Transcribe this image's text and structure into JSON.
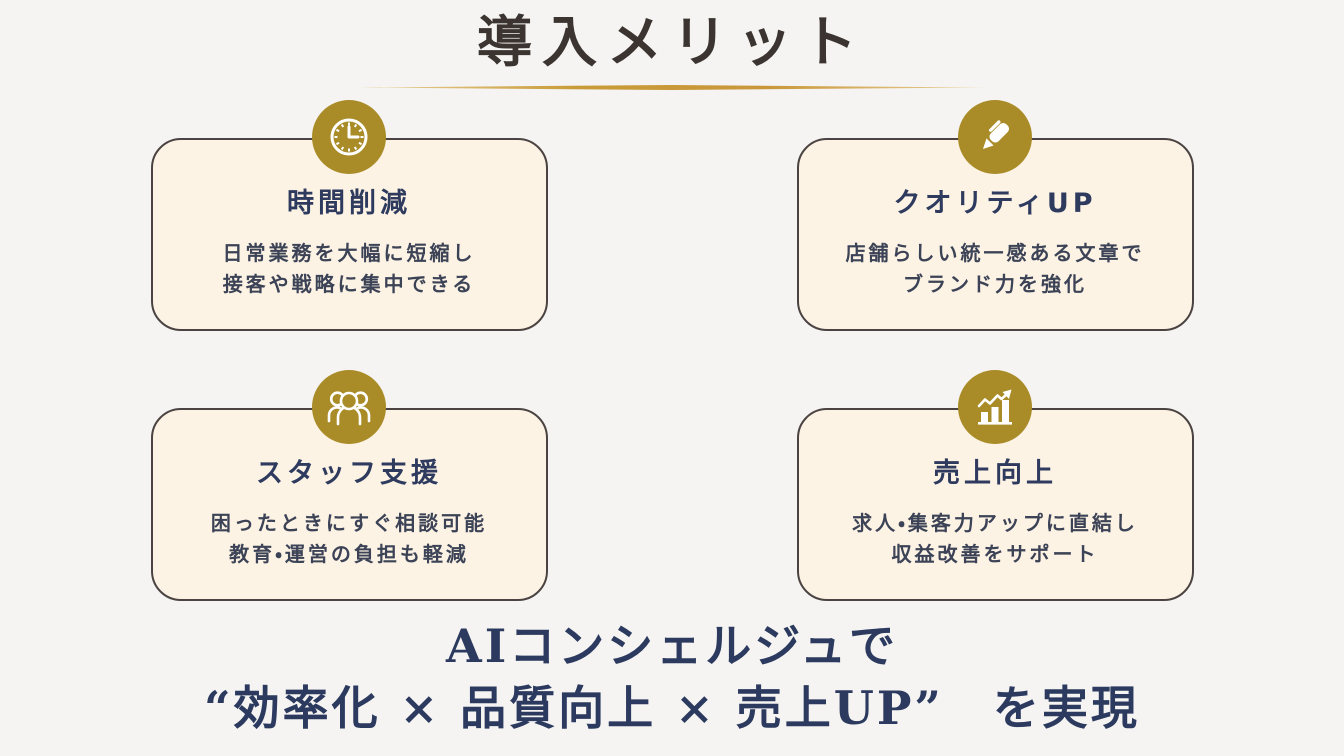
{
  "page": {
    "title": "導入メリット"
  },
  "cards": [
    {
      "icon": "clock-icon",
      "title": "時間削減",
      "line1": "日常業務を大幅に短縮し",
      "line2": "接客や戦略に集中できる"
    },
    {
      "icon": "pen-icon",
      "title": "クオリティUP",
      "line1": "店舗らしい統一感ある文章で",
      "line2": "ブランド力を強化"
    },
    {
      "icon": "people-icon",
      "title": "スタッフ支援",
      "line1": "困ったときにすぐ相談可能",
      "line2": "教育・運営の負担も軽減"
    },
    {
      "icon": "chart-icon",
      "title": "売上向上",
      "line1": "求人・集客力アップに直結し",
      "line2": "収益改善をサポート"
    }
  ],
  "footer": {
    "line1": "AIコンシェルジュで",
    "line2": "“効率化 × 品質向上 × 売上UP”　を実現"
  },
  "colors": {
    "page_background": "#f5f4f2",
    "card_background": "#fdf3e5",
    "card_border": "#4a4341",
    "accent_gold": "#a98c28",
    "divider_gold": "#c9973a",
    "title_text": "#3b3430",
    "card_title_navy": "#2e3b5e",
    "card_body_text": "#3c4356",
    "footer_navy": "#2b3a5e"
  }
}
